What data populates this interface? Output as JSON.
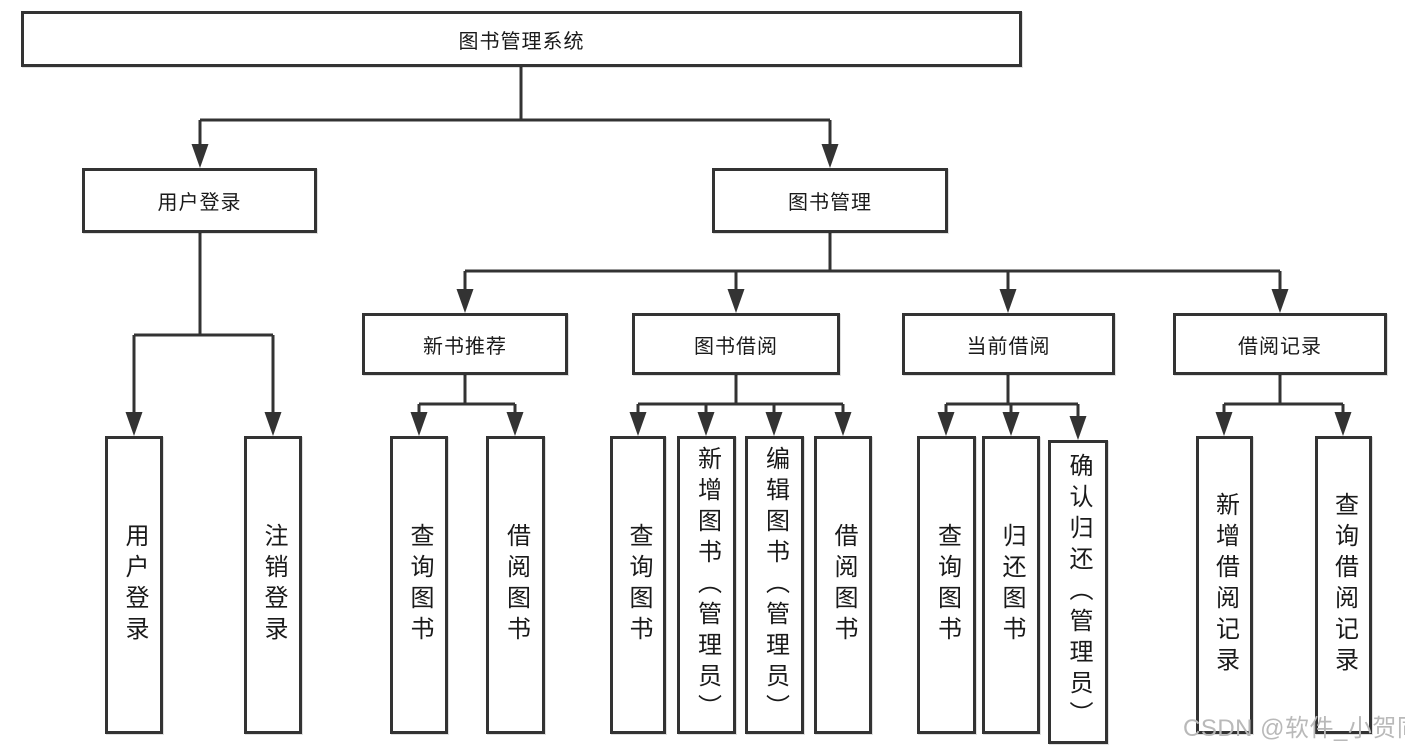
{
  "diagram": {
    "root": {
      "label": "图书管理系统"
    },
    "groups": [
      {
        "label": "用户登录",
        "children": [
          {
            "label": "用户登录"
          },
          {
            "label": "注销登录"
          }
        ]
      },
      {
        "label": "图书管理",
        "subgroups": [
          {
            "label": "新书推荐",
            "children": [
              {
                "label": "查询图书"
              },
              {
                "label": "借阅图书"
              }
            ]
          },
          {
            "label": "图书借阅",
            "children": [
              {
                "label": "查询图书"
              },
              {
                "label": "新增图书（管理员）"
              },
              {
                "label": "编辑图书（管理员）"
              },
              {
                "label": "借阅图书"
              }
            ]
          },
          {
            "label": "当前借阅",
            "children": [
              {
                "label": "查询图书"
              },
              {
                "label": "归还图书"
              },
              {
                "label": "确认归还（管理员）"
              }
            ]
          },
          {
            "label": "借阅记录",
            "children": [
              {
                "label": "新增借阅记录"
              },
              {
                "label": "查询借阅记录"
              }
            ]
          }
        ]
      }
    ]
  },
  "watermark": {
    "text": "CSDN @软件_小贺同学"
  },
  "colors": {
    "line": "#333333",
    "box_border": "#333333",
    "text": "#1a1a1a",
    "watermark": "#b9b9b9",
    "background": "#ffffff"
  }
}
